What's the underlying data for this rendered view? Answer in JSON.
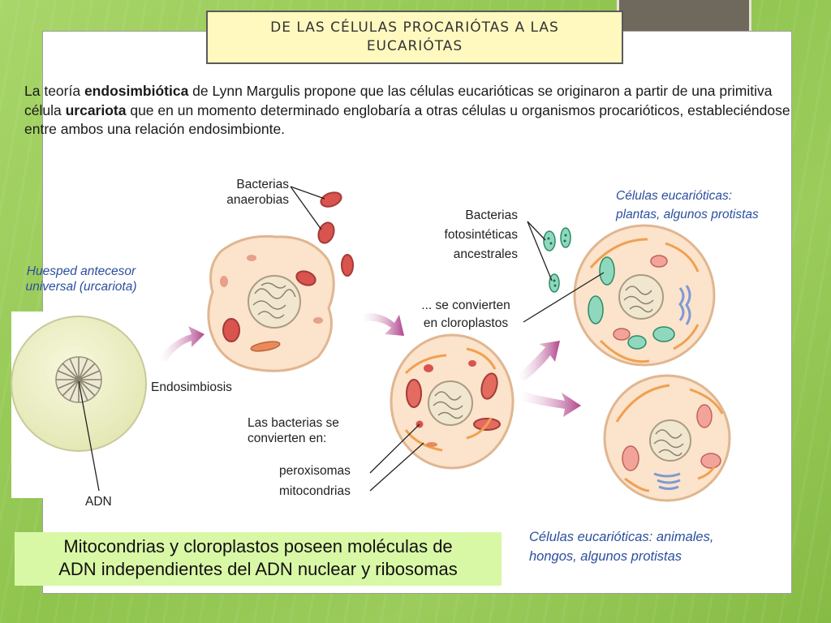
{
  "title": "DE LAS CÉLULAS PROCARIÓTAS A LAS EUCARIÓTAS",
  "intro": {
    "part1": "La teoría ",
    "bold1": "endosimbiótica",
    "part2": " de Lynn Margulis propone que las células eucarióticas se originaron a partir de una primitiva célula ",
    "bold2": "urcariota",
    "part3": " que en un momento determinado englobaría a otras células u organismos procarióticos, estableciéndose entre ambos una relación endosimbionte."
  },
  "labels": {
    "host_line1": "Huesped antecesor",
    "host_line2": "universal (urcariota)",
    "dna": "ADN",
    "anaerobic_line1": "Bacterias",
    "anaerobic_line2": "anaerobias",
    "endosymbiosis": "Endosimbiosis",
    "become_line1": "Las bacterias se",
    "become_line2": "convierten en:",
    "peroxisomes": "peroxisomas",
    "mitochondria": "mitocondrias",
    "photo_line1": "Bacterias",
    "photo_line2": "fotosintéticas",
    "photo_line3": "ancestrales",
    "chloro_line1": "... se convierten",
    "chloro_line2": "en cloroplastos",
    "plants_line1": "Células eucarióticas:",
    "plants_line2": "plantas, algunos protistas",
    "animals_line1": "Células eucarióticas: animales,",
    "animals_line2": "hongos, algunos protistas"
  },
  "conclusion": {
    "line1": "Mitocondrias y cloroplastos poseen moléculas de",
    "line2": "ADN independientes del ADN nuclear y ribosomas"
  },
  "colors": {
    "background_green": "#9bcc5c",
    "title_fill": "#fff9c0",
    "conclusion_fill": "#d9f8a6",
    "caption_blue": "#2b4f9e",
    "cell_fill": "#fbe3cc",
    "host_fill": "#eef0c6",
    "mitochondria": "#d9534f",
    "chloroplast": "#5fbf9a",
    "arrow": "#b0458a"
  }
}
